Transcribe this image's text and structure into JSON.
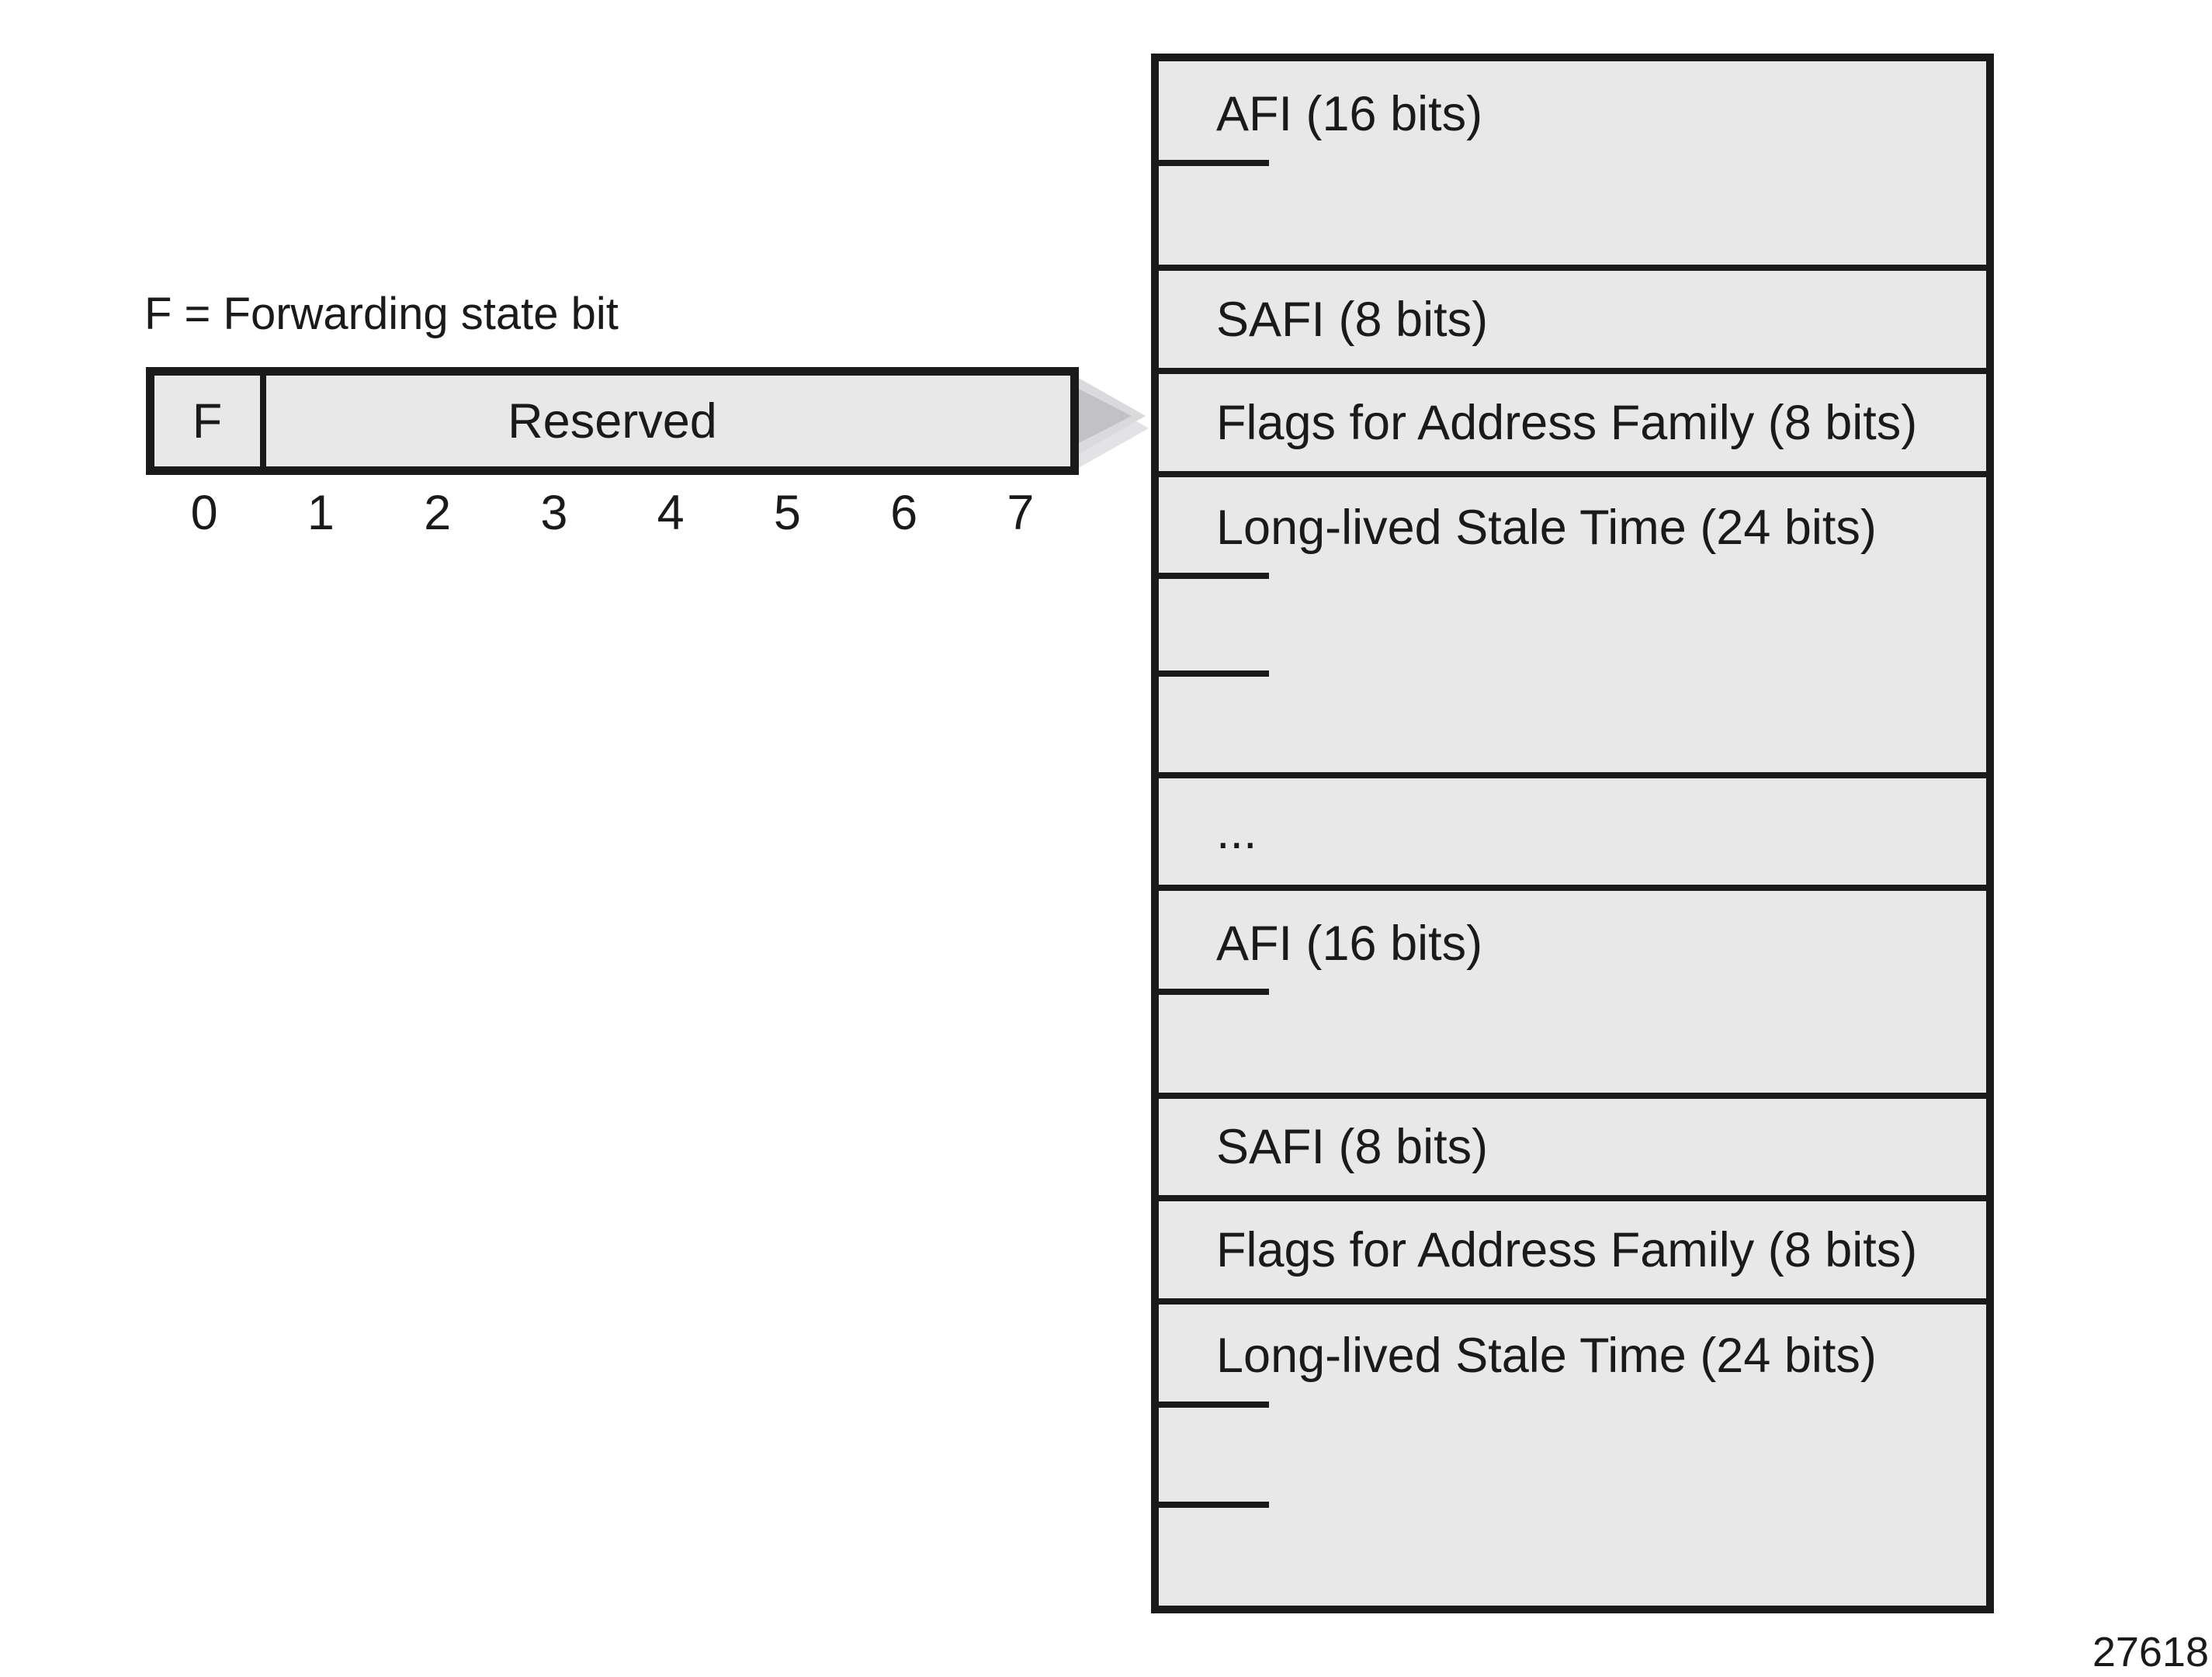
{
  "legend": {
    "text": "F = Forwarding state bit"
  },
  "bit_box": {
    "f_label": "F",
    "reserved_label": "Reserved",
    "bit_numbers": [
      "0",
      "1",
      "2",
      "3",
      "4",
      "5",
      "6",
      "7"
    ]
  },
  "column": {
    "rows": [
      {
        "label": "AFI (16 bits)",
        "octets": 2
      },
      {
        "label": "SAFI (8 bits)",
        "octets": 1
      },
      {
        "label": "Flags for Address Family (8 bits)",
        "octets": 1
      },
      {
        "label": "Long-lived Stale Time (24 bits)",
        "octets": 3
      },
      {
        "label": "...",
        "octets": 1
      },
      {
        "label": "AFI (16 bits)",
        "octets": 2
      },
      {
        "label": "SAFI (8 bits)",
        "octets": 1
      },
      {
        "label": "Flags for Address Family (8 bits)",
        "octets": 1
      },
      {
        "label": "Long-lived Stale Time (24 bits)",
        "octets": 3
      }
    ]
  },
  "figure_number": "27618",
  "colors": {
    "fill": "#e8e8e9",
    "line": "#1a1a1b",
    "arrow_outer": "#dadadc",
    "arrow_inner": "#c2c2c6",
    "arrow_shadow": "#e3e3e5"
  }
}
